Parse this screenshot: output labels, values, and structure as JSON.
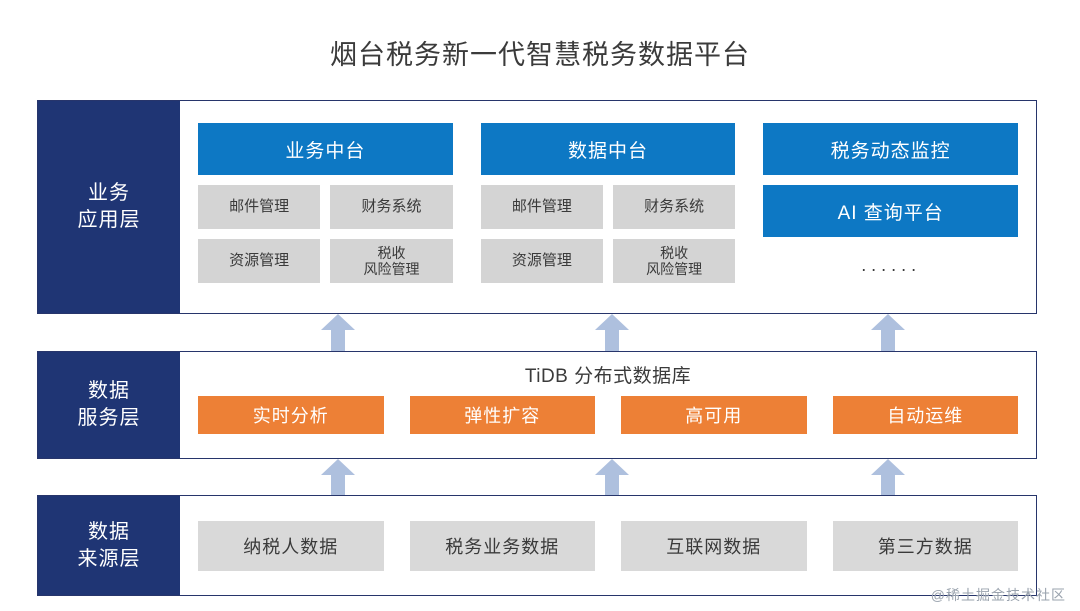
{
  "page": {
    "title": "烟台税务新一代智慧税务数据平台",
    "watermark": "@稀土掘金技术社区"
  },
  "colors": {
    "navy": "#1F3574",
    "panel_border": "#27356B",
    "blue": "#0D78C4",
    "orange": "#ED8036",
    "gray_box": "#D4D4D4",
    "gray_box_source": "#D9D9D9",
    "arrow": "#AEC0DE",
    "text_dark": "#3A3A3A"
  },
  "layers": {
    "application": {
      "label": "业务\n应用层",
      "label_line1": "业务",
      "label_line2": "应用层",
      "columns": [
        {
          "header": "业务中台",
          "items": [
            "邮件管理",
            "财务系统",
            "资源管理",
            "税收\n风险管理"
          ],
          "item_labels": [
            {
              "text": "邮件管理",
              "lines": [
                "邮件管理"
              ]
            },
            {
              "text": "财务系统",
              "lines": [
                "财务系统"
              ]
            },
            {
              "text": "资源管理",
              "lines": [
                "资源管理"
              ]
            },
            {
              "text": "税收风险管理",
              "lines": [
                "税收",
                "风险管理"
              ]
            }
          ]
        },
        {
          "header": "数据中台",
          "items": [
            "邮件管理",
            "财务系统",
            "资源管理",
            "税收\n风险管理"
          ],
          "item_labels": [
            {
              "text": "邮件管理",
              "lines": [
                "邮件管理"
              ]
            },
            {
              "text": "财务系统",
              "lines": [
                "财务系统"
              ]
            },
            {
              "text": "资源管理",
              "lines": [
                "资源管理"
              ]
            },
            {
              "text": "税收风险管理",
              "lines": [
                "税收",
                "风险管理"
              ]
            }
          ]
        },
        {
          "header": "税务动态监控",
          "second_header": "AI 查询平台",
          "ellipsis": "······"
        }
      ]
    },
    "service": {
      "label_line1": "数据",
      "label_line2": "服务层",
      "title": "TiDB 分布式数据库",
      "capabilities": [
        "实时分析",
        "弹性扩容",
        "高可用",
        "自动运维"
      ]
    },
    "source": {
      "label_line1": "数据",
      "label_line2": "来源层",
      "sources": [
        "纳税人数据",
        "税务业务数据",
        "互联网数据",
        "第三方数据"
      ]
    }
  },
  "arrows": {
    "count_per_gap": 3,
    "direction": "up",
    "x_positions": [
      338,
      612,
      888
    ],
    "gap_tops": [
      314,
      459
    ]
  }
}
